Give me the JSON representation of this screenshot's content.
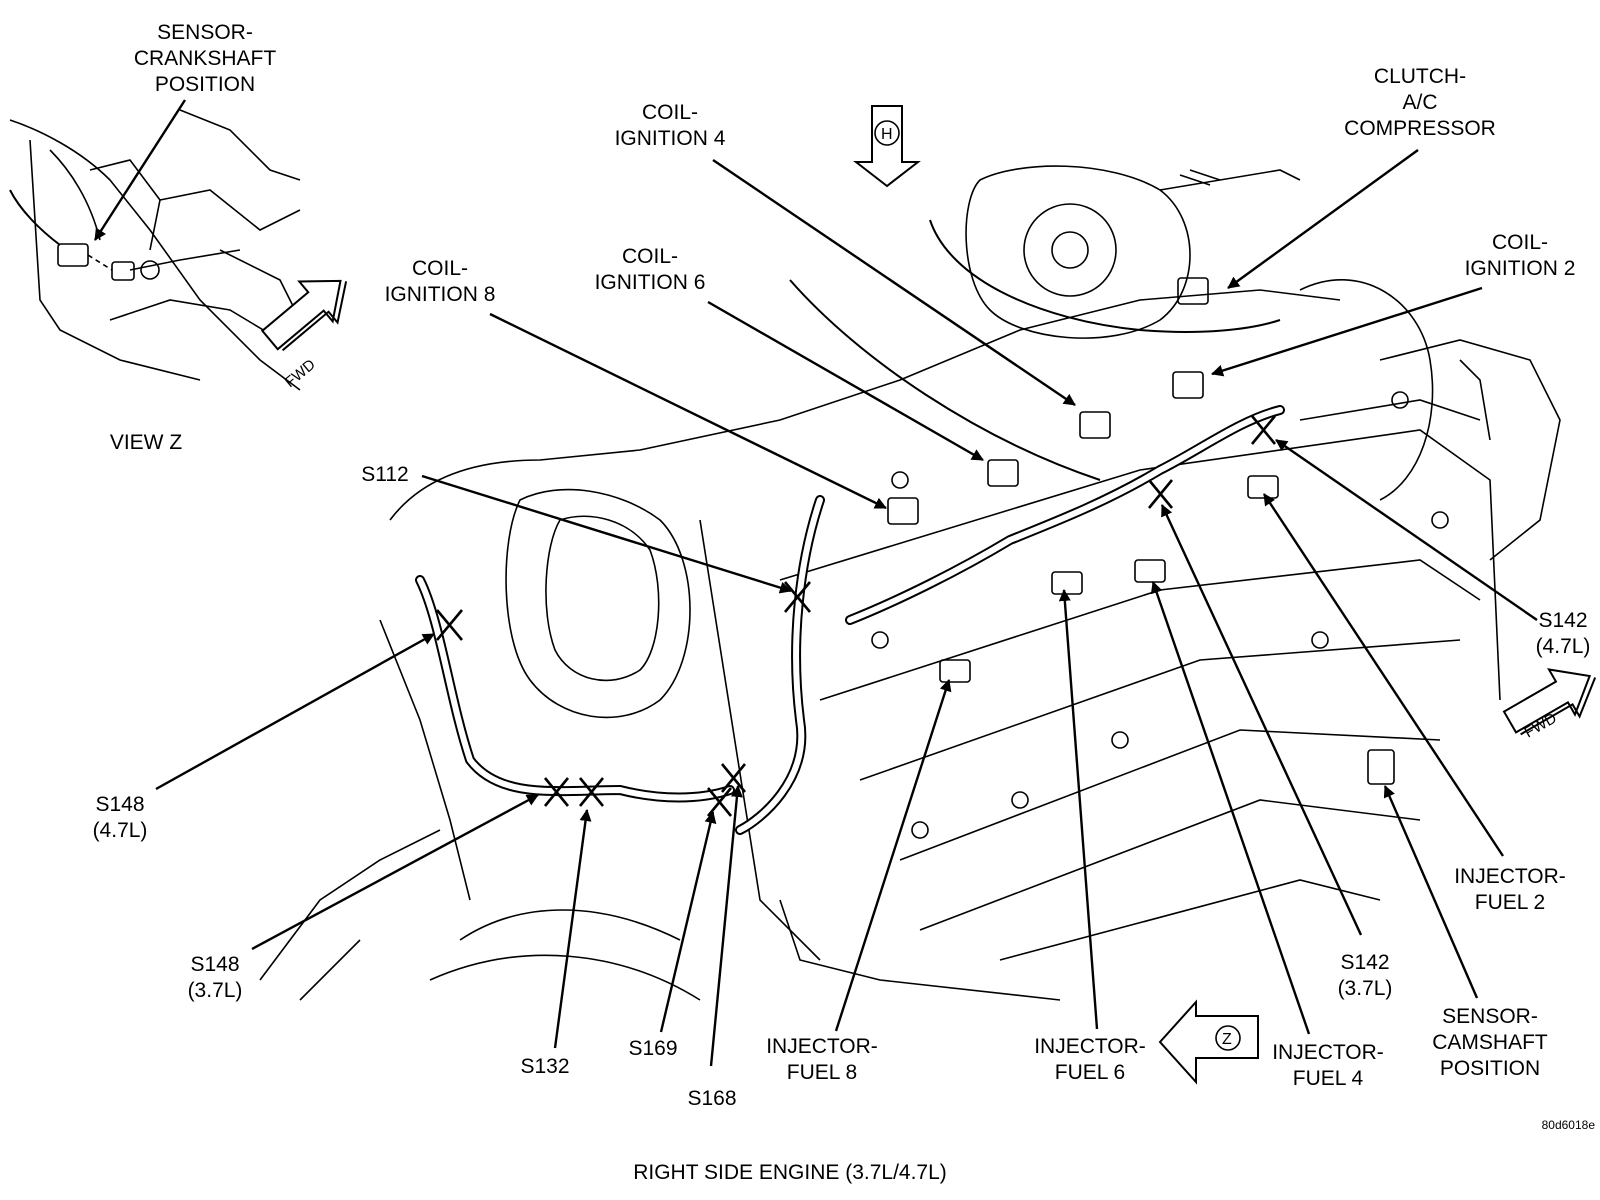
{
  "callouts": {
    "sensor_crankshaft": [
      "SENSOR-",
      "CRANKSHAFT",
      "POSITION"
    ],
    "view_z": "VIEW Z",
    "coil_ignition_4": [
      "COIL-",
      "IGNITION 4"
    ],
    "clutch_ac": [
      "CLUTCH-",
      "A/C",
      "COMPRESSOR"
    ],
    "coil_ignition_2": [
      "COIL-",
      "IGNITION 2"
    ],
    "coil_ignition_6": [
      "COIL-",
      "IGNITION 6"
    ],
    "coil_ignition_8": [
      "COIL-",
      "IGNITION 8"
    ],
    "s112": "S112",
    "s142_47": [
      "S142",
      "(4.7L)"
    ],
    "s148_47": [
      "S148",
      "(4.7L)"
    ],
    "s148_37": [
      "S148",
      "(3.7L)"
    ],
    "s132": "S132",
    "s169": "S169",
    "s168": "S168",
    "injector_fuel_8": [
      "INJECTOR-",
      "FUEL 8"
    ],
    "injector_fuel_6": [
      "INJECTOR-",
      "FUEL 6"
    ],
    "injector_fuel_4": [
      "INJECTOR-",
      "FUEL 4"
    ],
    "injector_fuel_2": [
      "INJECTOR-",
      "FUEL 2"
    ],
    "s142_37": [
      "S142",
      "(3.7L)"
    ],
    "sensor_camshaft": [
      "SENSOR-",
      "CAMSHAFT",
      "POSITION"
    ]
  },
  "markers": {
    "fwd": "FWD",
    "view_h": "H",
    "view_z": "Z"
  },
  "figure_code": "80d6018e",
  "caption": "RIGHT SIDE ENGINE   (3.7L/4.7L)"
}
